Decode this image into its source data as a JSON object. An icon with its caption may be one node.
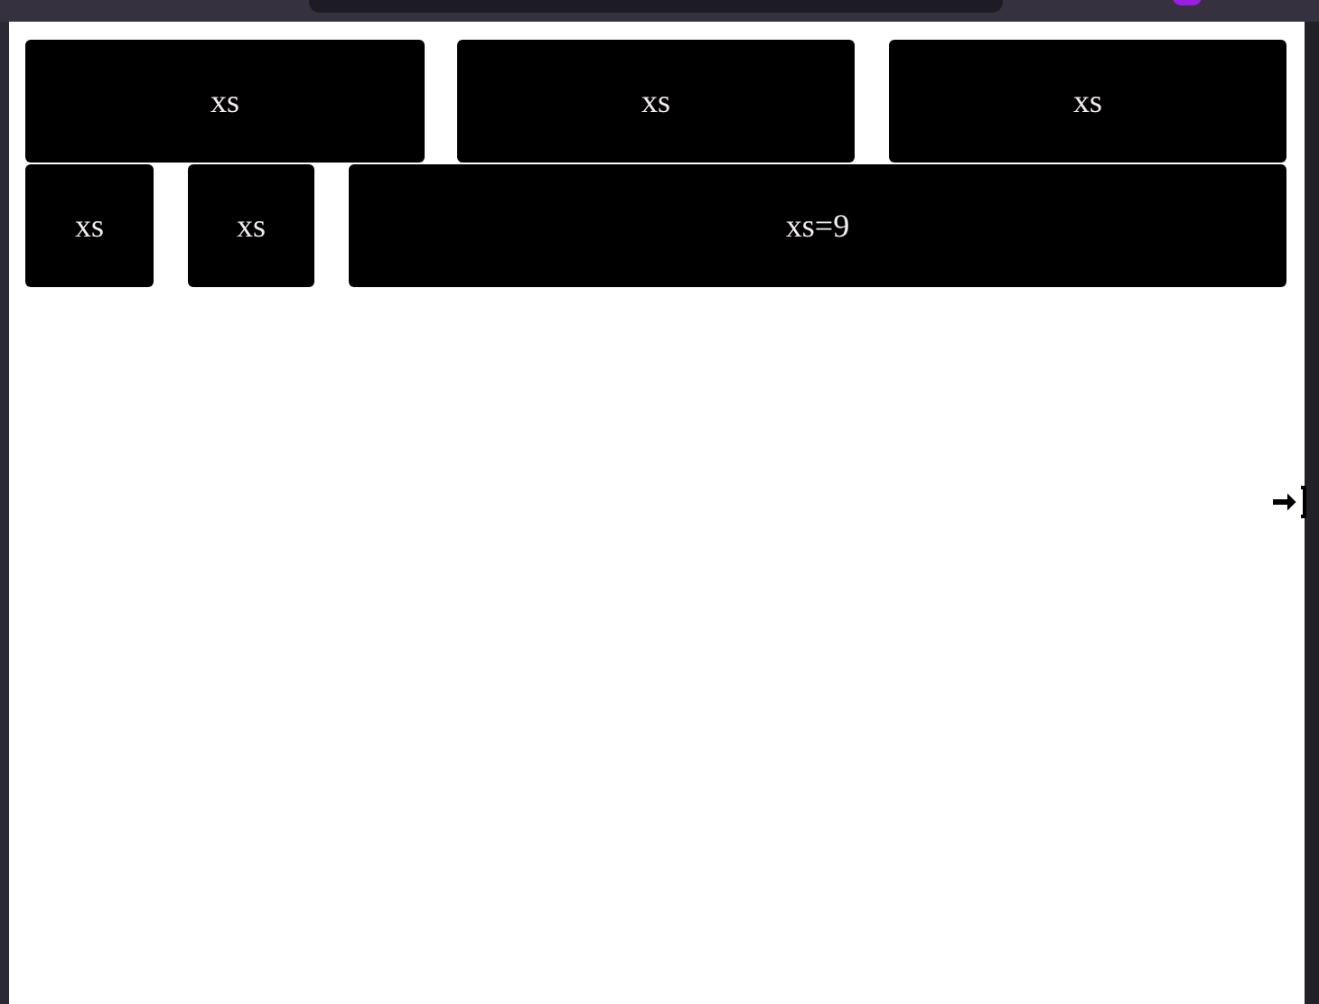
{
  "diagram": {
    "nodes": [
      {
        "text": [
          "xs"
        ]
      },
      {
        "text": [
          "xs"
        ]
      },
      {
        "text": [
          "xs"
        ]
      },
      {
        "text": [
          "xs"
        ]
      },
      {
        "text": [
          "xs"
        ]
      },
      {
        "text": [
          "xs=9"
        ]
      }
    ]
  }
}
